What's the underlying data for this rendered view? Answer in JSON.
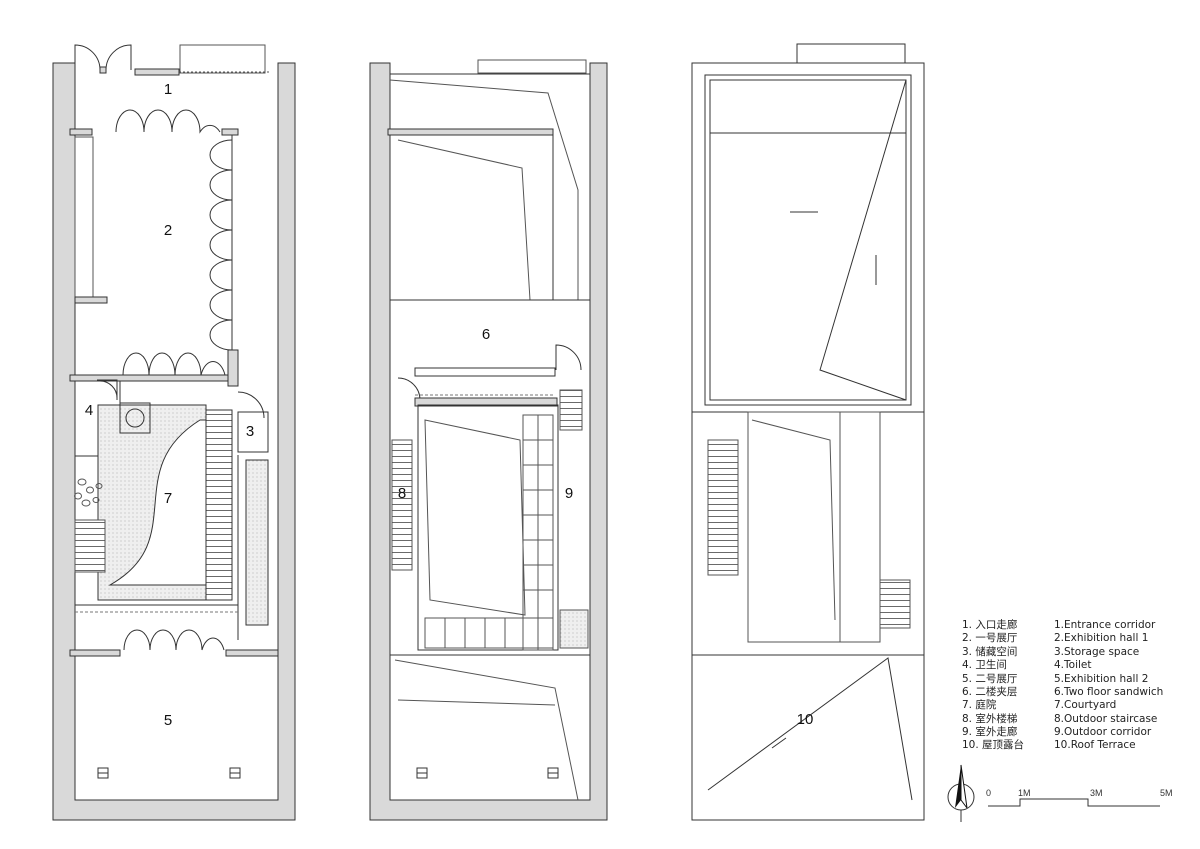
{
  "room_labels": [
    "1",
    "2",
    "3",
    "4",
    "5",
    "6",
    "7",
    "8",
    "9",
    "10"
  ],
  "legend": {
    "chinese": [
      "1. 入口走廊",
      "2. 一号展厅",
      "3. 储藏空间",
      "4. 卫生间",
      "5. 二号展厅",
      "6. 二楼夹层",
      "7. 庭院",
      "8. 室外楼梯",
      "9. 室外走廊",
      "10. 屋顶露台"
    ],
    "english": [
      "1.Entrance corridor",
      "2.Exhibition hall 1",
      "3.Storage space",
      "4.Toilet",
      "5.Exhibition hall 2",
      "6.Two floor sandwich",
      "7.Courtyard",
      "8.Outdoor staircase",
      "9.Outdoor corridor",
      "10.Roof Terrace"
    ]
  },
  "scale_bar": {
    "ticks": [
      "0",
      "1M",
      "3M",
      "5M"
    ]
  },
  "colors": {
    "wall": "#d9d9d9",
    "line": "#333333",
    "hatch": "#e8e8e8"
  },
  "icons": [
    "north-arrow-icon"
  ]
}
